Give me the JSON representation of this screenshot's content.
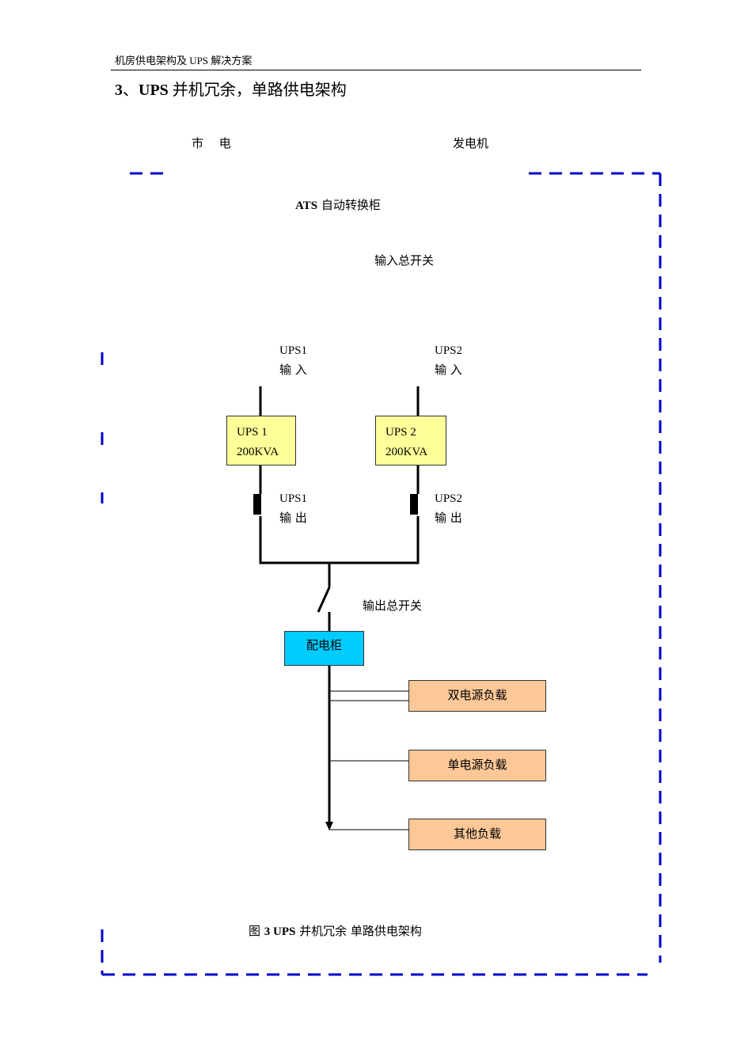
{
  "header": {
    "text": "机房供电架构及 UPS 解决方案"
  },
  "section": {
    "number": "3",
    "sep": "、",
    "title_bold": "UPS",
    "title_rest": " 并机冗余，单路供电架构"
  },
  "sources": {
    "mains": "市　 电",
    "generator": "发电机"
  },
  "ats": {
    "bold": "ATS",
    "rest": " 自动转换柜"
  },
  "input_switch": "输入总开关",
  "ups1": {
    "in_top": "UPS1",
    "in_bottom": "输  入",
    "name": "UPS 1",
    "capacity": "200KVA",
    "out_top": "UPS1",
    "out_bottom": "输  出"
  },
  "ups2": {
    "in_top": "UPS2",
    "in_bottom": "输  入",
    "name": "UPS 2",
    "capacity": "200KVA",
    "out_top": "UPS2",
    "out_bottom": "输  出"
  },
  "output_switch": "输出总开关",
  "panel": "配电柜",
  "loads": [
    "双电源负载",
    "单电源负载",
    "其他负载"
  ],
  "caption": {
    "prefix": "图 ",
    "bold": "3 UPS",
    "rest": " 并机冗余  单路供电架构"
  },
  "colors": {
    "dash_border": "#0000cc",
    "ups_fill": "#ffff99",
    "panel_fill": "#00ccff",
    "load_fill": "#fcc898"
  }
}
